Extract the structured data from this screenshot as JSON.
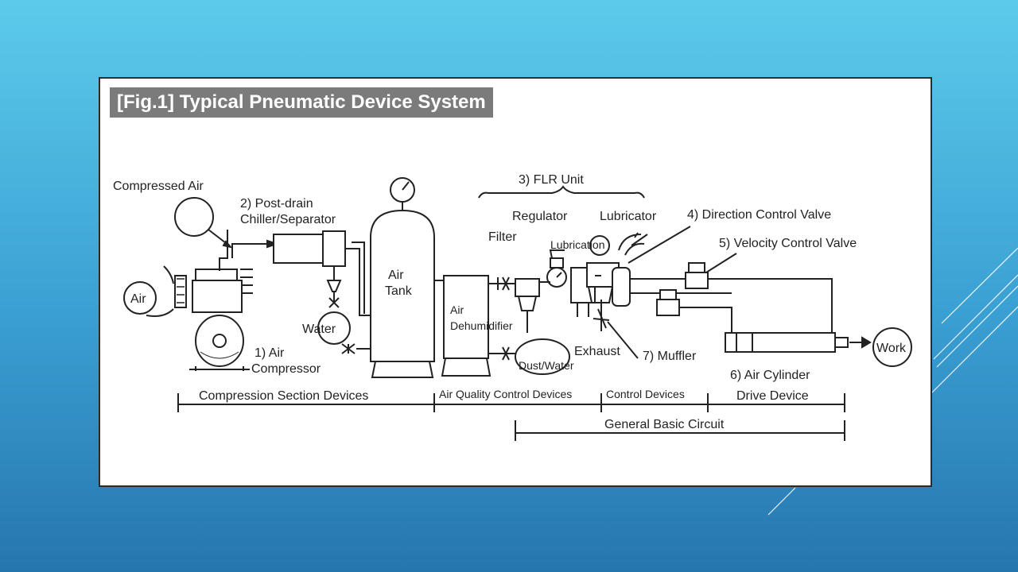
{
  "theme": {
    "bg_top": "#5ccbeb",
    "bg_bottom": "#2676ae",
    "line_color": "#ffffff"
  },
  "figure": {
    "title": "[Fig.1] Typical Pneumatic Device System",
    "labels": {
      "compressed_air": "Compressed Air",
      "post_drain_1": "2) Post-drain",
      "post_drain_2": "Chiller/Separator",
      "flr_unit": "3) FLR Unit",
      "regulator": "Regulator",
      "lubricator": "Lubricator",
      "direction_valve": "4) Direction Control Valve",
      "velocity_valve": "5) Velocity Control Valve",
      "filter": "Filter",
      "lubrication": "Lubrication",
      "air_tank_1": "Air",
      "air_tank_2": "Tank",
      "air_input": "Air",
      "water": "Water",
      "air_dehumidifier_1": "Air",
      "air_dehumidifier_2": "Dehumidifier",
      "dust_water": "Dust/Water",
      "exhaust": "Exhaust",
      "muffler": "7) Muffler",
      "air_compressor_1": "1) Air",
      "air_compressor_2": "Compressor",
      "air_cylinder": "6) Air Cylinder",
      "work": "Work"
    },
    "sections": {
      "compression": "Compression Section Devices",
      "air_quality": "Air Quality Control Devices",
      "control": "Control Devices",
      "drive": "Drive Device",
      "general": "General Basic Circuit"
    }
  }
}
